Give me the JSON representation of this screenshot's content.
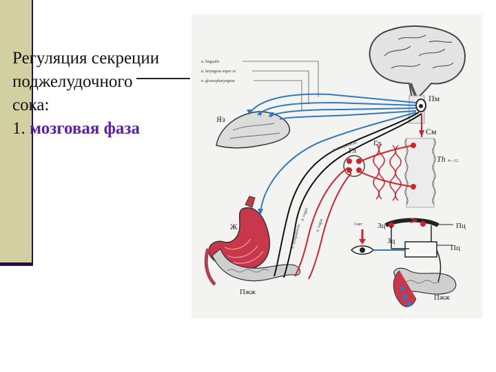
{
  "slide": {
    "title_lines": [
      "Регуляция секреции",
      "поджелудочного",
      "сока:"
    ],
    "item_number": "1.",
    "item_text": "мозговая фаза"
  },
  "diagram": {
    "nerve_labels": [
      "n. lingualis",
      "n. laryngeus super or",
      "n. glossopharyngeus"
    ],
    "labels": {
      "tongue": "Яз",
      "medulla": "Пм",
      "spinal_cord": "См",
      "ganglion": "Гл",
      "thoracic": "Th",
      "thoracic_range": "4—12",
      "stomach": "Ж",
      "pancreas_left": "Пжж",
      "pancreas_right": "Пжж",
      "light": "Свет",
      "visual_center": "Зц",
      "cortex_center": "Пц",
      "visual_center_2": "Зц",
      "subcortex_center": "Пц",
      "n_sympathicus": "n. sympathicus",
      "n_vagus_1": "n. vagus",
      "n_vagus_2": "n. vagus",
      "n_vagus_3": "n. vagus"
    }
  },
  "colors": {
    "sidebar": "#d2d0a0",
    "sidebar_border": "#2b0a4a",
    "accent_text": "#5a1fb0",
    "figure_bg": "#f3f3f2",
    "afferent_blue": "#2f78c4",
    "efferent_red": "#d4222a",
    "nerve_black": "#111111"
  }
}
